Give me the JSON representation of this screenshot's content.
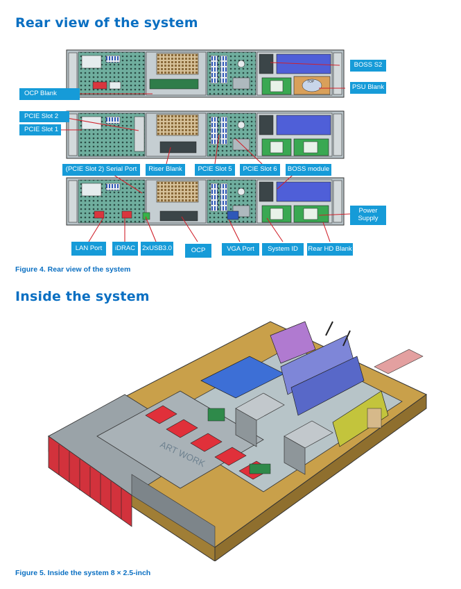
{
  "sections": {
    "rear_title": "Rear view of the system",
    "inside_title": "Inside the system"
  },
  "figures": {
    "fig4_caption": "Figure 4. Rear view of the system",
    "fig5_caption": "Figure 5. Inside the system 8 × 2.5-inch"
  },
  "rear_labels": {
    "boss_s2": "BOSS S2",
    "ocp_blank": "OCP Blank",
    "psu_blank": "PSU Blank",
    "pcie_slot2": "PCIE Slot 2",
    "pcie_slot1": "PCIE Slot 1",
    "serial_port": "(PCIE Slot 2) Serial Port",
    "riser_blank": "Riser Blank",
    "pcie_slot5": "PCIE Slot 5",
    "pcie_slot6": "PCIE Slot 6",
    "boss_module": "BOSS module",
    "power_supply": "Power Supply",
    "lan_port": "LAN Port",
    "idrac": "iDRAC",
    "usb": "2xUSB3.0",
    "ocp": "OCP",
    "vga_port": "VGA Port",
    "system_id": "System  ID",
    "rear_hd_blank": "Rear HD Blank"
  },
  "chassis_markings": {
    "top_mark": "TOP",
    "lid_mark": "ART WORK"
  },
  "colors": {
    "heading_blue": "#0a6fc2",
    "callout_blue": "#169bd8",
    "leader_red": "#d0212b",
    "chassis_gray": "#9aa7ad",
    "board_teal": "#4fa39a",
    "psu_green": "#36b34a",
    "bay_blue": "#5060d8",
    "chassis_gold": "#c9a04a",
    "fan_red": "#e0303a"
  }
}
